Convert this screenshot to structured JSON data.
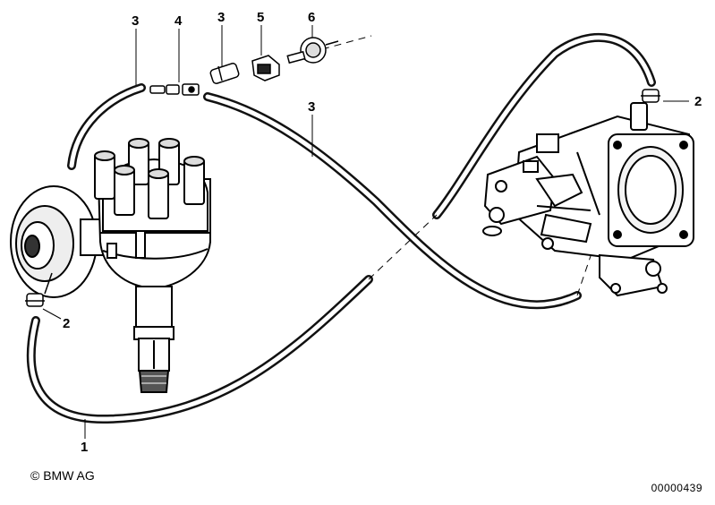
{
  "callouts": {
    "c1": "1",
    "c2_left": "2",
    "c2_right": "2",
    "c3_a": "3",
    "c3_b": "3",
    "c3_c": "3",
    "c4": "4",
    "c5": "5",
    "c6": "6"
  },
  "footer": {
    "copyright": "© BMW AG",
    "diagram_number": "00000439"
  }
}
